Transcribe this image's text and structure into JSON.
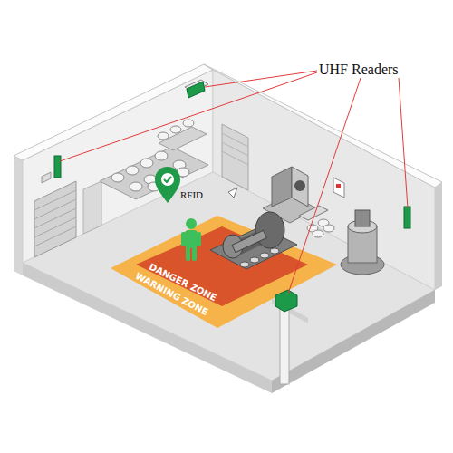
{
  "diagram": {
    "nodes": [
      {
        "text": [
          "WARNING ZONE"
        ]
      },
      {
        "text": [
          "DANGER ZONE"
        ],
        "in": 0
      }
    ],
    "labels": [
      "UHF Readers",
      "RFID"
    ]
  }
}
